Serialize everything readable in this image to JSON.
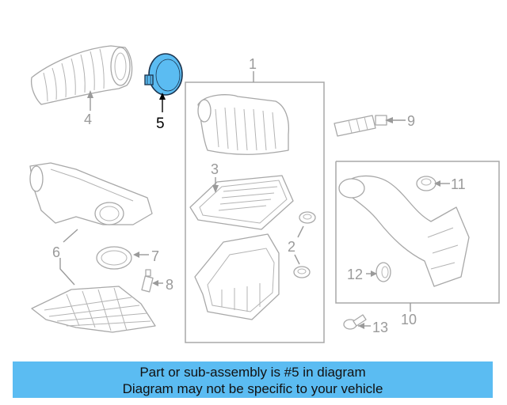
{
  "diagram": {
    "highlight_color": "#5bbcf2",
    "highlight_outline": "#1c3550",
    "callouts": {
      "p1": "1",
      "p2": "2",
      "p3": "3",
      "p4": "4",
      "p5": "5",
      "p6": "6",
      "p7": "7",
      "p8": "8",
      "p9": "9",
      "p10": "10",
      "p11": "11",
      "p12": "12",
      "p13": "13"
    }
  },
  "banner": {
    "line1": "Part or sub-assembly is #5 in diagram",
    "line2": "Diagram may not be specific to your vehicle",
    "background": "#5bbcf2"
  }
}
